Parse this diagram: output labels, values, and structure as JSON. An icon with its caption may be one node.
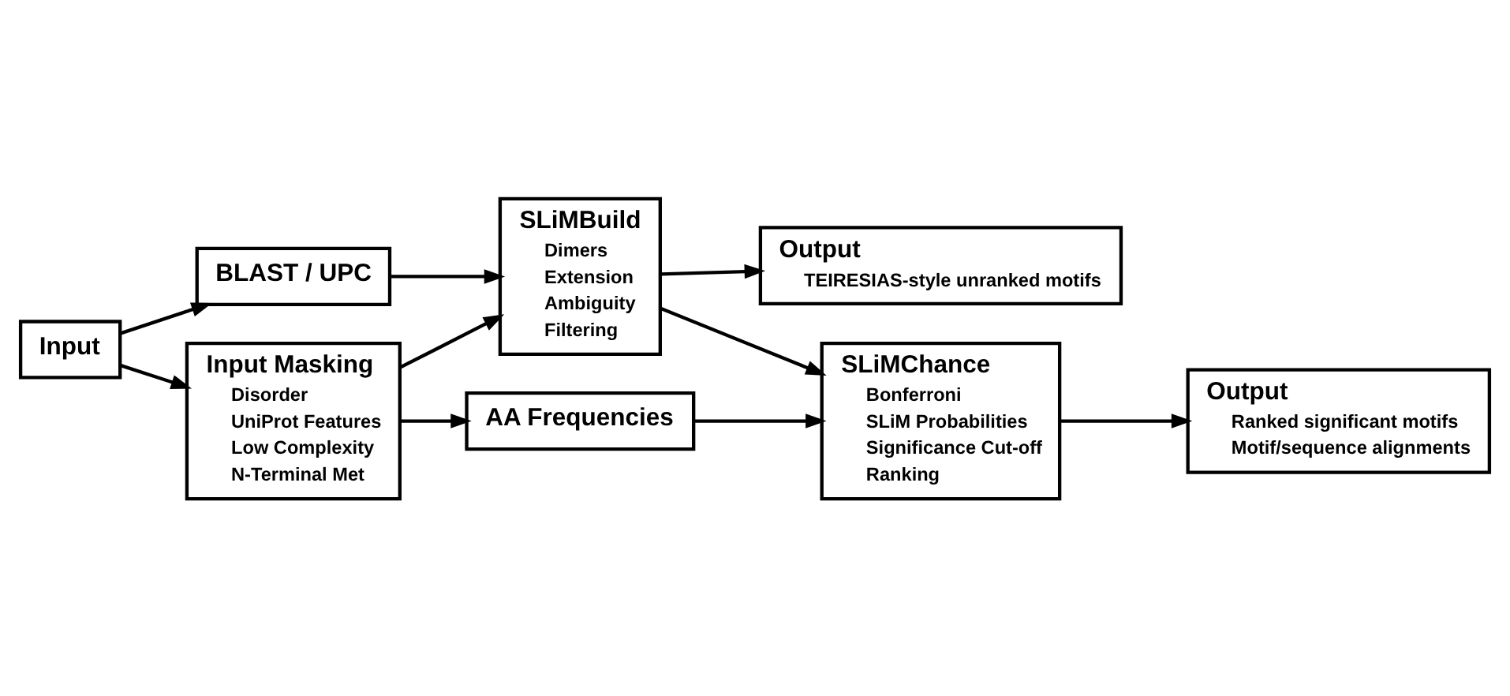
{
  "diagram": {
    "nodes": [
      {
        "text": [
          "BLAST / UPC"
        ]
      },
      {
        "text": [
          "Input"
        ]
      },
      {
        "text": [
          "Input Masking",
          "Disorder",
          "UniProt Features",
          "Low Complexity",
          "N-Terminal Met"
        ]
      },
      {
        "text": [
          "AA Frequencies"
        ]
      },
      {
        "text": [
          "SLiMBuild",
          "Dimers",
          "Extension",
          "Ambiguity",
          "Filtering"
        ]
      },
      {
        "text": [
          "SLiMChance",
          "Bonferroni",
          "SLiM Probabilities",
          "Significance Cut-off",
          "Ranking"
        ]
      },
      {
        "text": [
          "Output",
          "TEIRESIAS-style unranked motifs"
        ]
      },
      {
        "text": [
          "Output",
          "Ranked significant motifs",
          "Motif/sequence alignments"
        ]
      }
    ],
    "edges": [
      {
        "from": 1,
        "to": 0,
        "arrow": "to"
      },
      {
        "from": 1,
        "to": 2,
        "arrow": "to"
      },
      {
        "from": 0,
        "to": 4,
        "arrow": "to"
      },
      {
        "from": 2,
        "to": 4,
        "arrow": "to"
      },
      {
        "from": 2,
        "to": 3,
        "arrow": "to"
      },
      {
        "from": 4,
        "to": 6,
        "arrow": "to"
      },
      {
        "from": 4,
        "to": 5,
        "arrow": "to"
      },
      {
        "from": 3,
        "to": 5,
        "arrow": "to"
      },
      {
        "from": 5,
        "to": 7,
        "arrow": "to"
      }
    ]
  }
}
